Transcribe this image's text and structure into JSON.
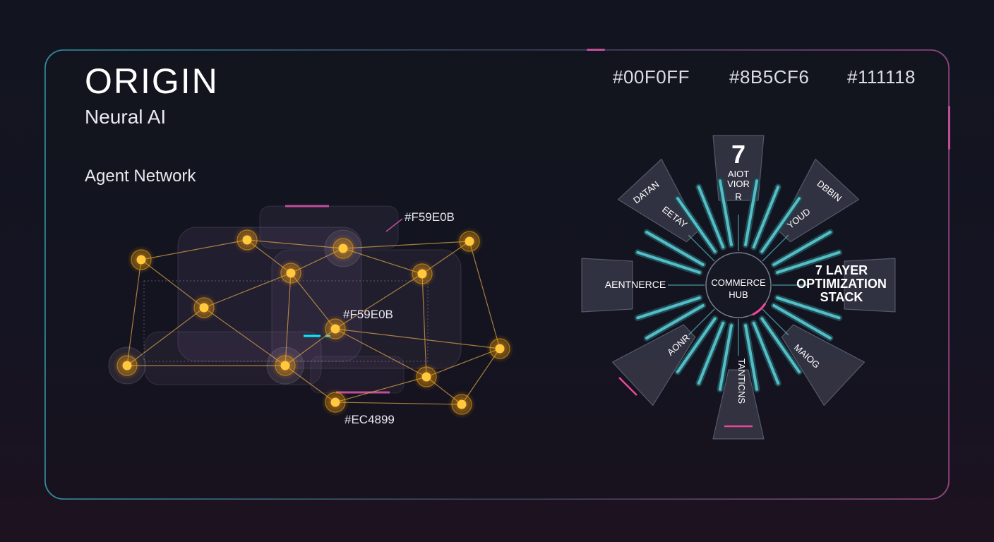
{
  "brand": {
    "title": "ORIGIN",
    "subtitle": "Neural AI"
  },
  "section_title": "Agent Network",
  "palette": [
    {
      "label": "#00F0FF",
      "color": "#00F0FF"
    },
    {
      "label": "#8B5CF6",
      "color": "#8B5CF6"
    },
    {
      "label": "#111118",
      "color": "#111118"
    }
  ],
  "network": {
    "node_color": "#F59E0B",
    "annotations": [
      "#F59E0B",
      "#F59E0B",
      "#EC4899"
    ]
  },
  "radial": {
    "hub_label_1": "COMMERCE",
    "hub_label_2": "HUB",
    "top_number": "7",
    "top_glyphs": [
      "AIOT",
      "VIOR",
      "R"
    ],
    "spoke_labels": [
      "DATAN",
      "EETAY",
      "DBBIN",
      "YOUD",
      "AENTNERCE",
      "AONR",
      "TANTICNS",
      "MAIOG"
    ],
    "stack_label": [
      "7 LAYER",
      "OPTIMIZATION",
      "STACK"
    ]
  },
  "accents": {
    "cyan": "#00F0FF",
    "pink": "#EC4899",
    "amber": "#F59E0B",
    "teal": "#5ED1DA"
  }
}
